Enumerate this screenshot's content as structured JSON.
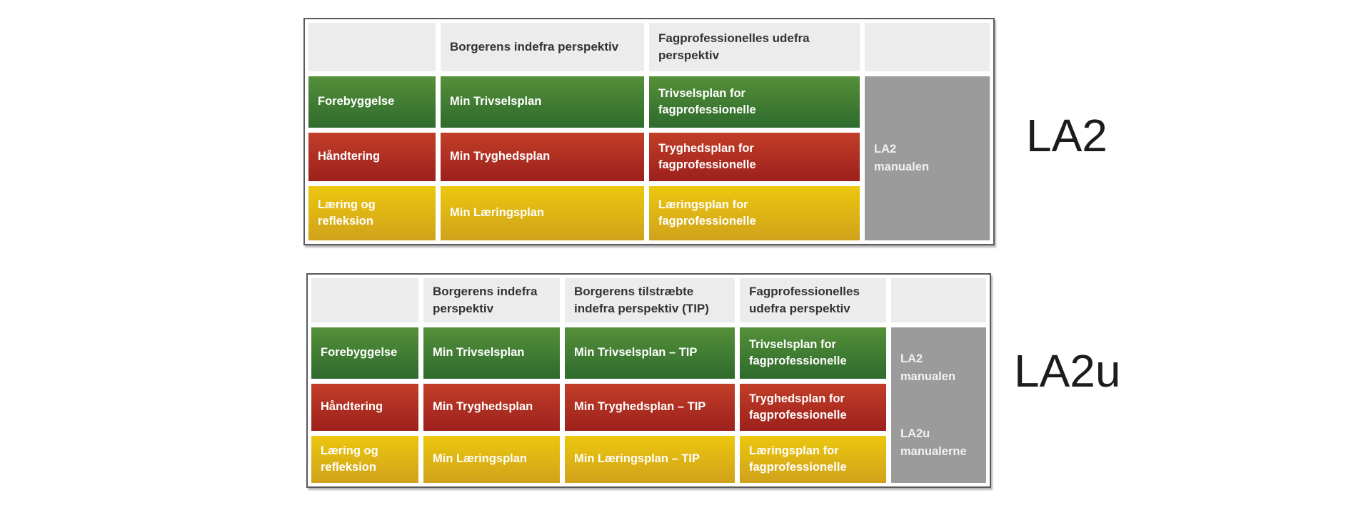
{
  "palette": {
    "background": "#ffffff",
    "header_cell": "#ececec",
    "green_top": "#559039",
    "green_bottom": "#2e6a2c",
    "red_top": "#c23e28",
    "red_bottom": "#9c201c",
    "yellow_top": "#ecc70e",
    "yellow_bottom": "#d0a21b",
    "manual_cell": "#9b9b9b",
    "table_border": "#59595c",
    "header_text": "#333333",
    "cell_text": "#ffffff",
    "big_label_text": "#1c1c1c"
  },
  "la2": {
    "big_label": "LA2",
    "headers": {
      "borger": "Borgerens indefra perspektiv",
      "fagprof": "Fagprofessionelles udefra perspektiv"
    },
    "rows": {
      "green": {
        "label": "Forebyggelse",
        "borger": "Min Trivselsplan",
        "fagprof": "Trivselsplan for fagprofessionelle"
      },
      "red": {
        "label": "Håndtering",
        "borger": "Min Tryghedsplan",
        "fagprof": "Tryghedsplan for fagprofessionelle"
      },
      "yellow": {
        "label": "Læring og refleksion",
        "borger": "Min Læringsplan",
        "fagprof": "Læringsplan for fagprofessionelle"
      }
    },
    "manual": {
      "line1": "LA2",
      "line2": "manualen"
    }
  },
  "la2u": {
    "big_label": "LA2u",
    "headers": {
      "borger": "Borgerens indefra perspektiv",
      "tip": "Borgerens tilstræbte indefra perspektiv (TIP)",
      "fagprof": "Fagprofessionelles udefra perspektiv"
    },
    "rows": {
      "green": {
        "label": "Forebyggelse",
        "borger": "Min Trivselsplan",
        "tip": "Min Trivselsplan – TIP",
        "fagprof": "Trivselsplan for fagprofessionelle"
      },
      "red": {
        "label": "Håndtering",
        "borger": "Min Tryghedsplan",
        "tip": "Min Tryghedsplan – TIP",
        "fagprof": "Tryghedsplan for fagprofessionelle"
      },
      "yellow": {
        "label": "Læring og refleksion",
        "borger": "Min Læringsplan",
        "tip": "Min Læringsplan – TIP",
        "fagprof": "Læringsplan for fagprofessionelle"
      }
    },
    "manual_upper": {
      "line1": "LA2",
      "line2": "manualen"
    },
    "manual_lower": {
      "line1": "LA2u",
      "line2": "manualerne"
    }
  }
}
